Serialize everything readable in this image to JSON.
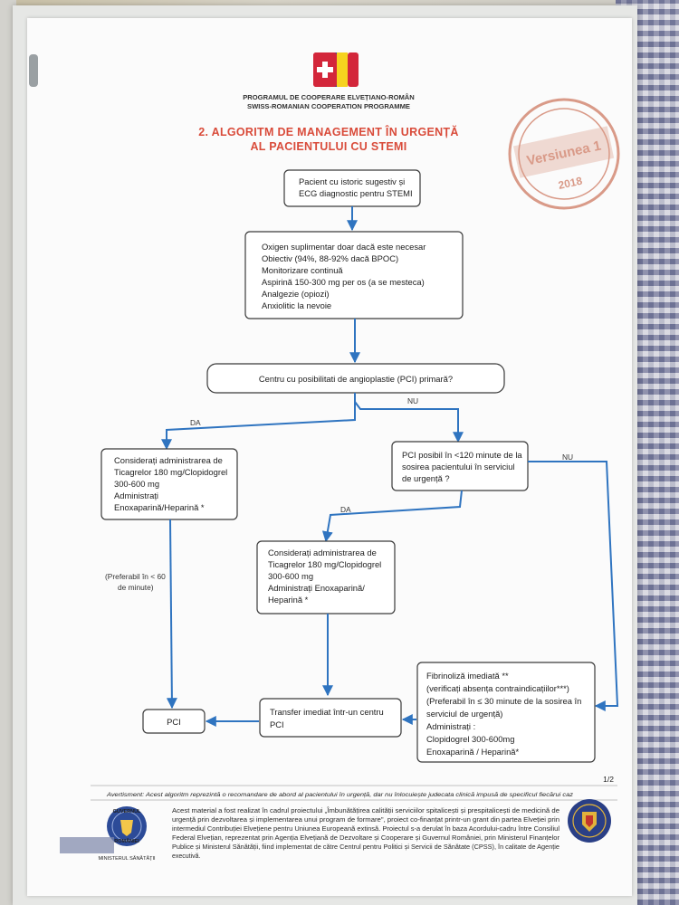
{
  "program": {
    "line1": "PROGRAMUL DE COOPERARE ELVEȚIANO-ROMÂN",
    "line2": "SWISS-ROMANIAN COOPERATION PROGRAMME"
  },
  "title": {
    "line1": "2. ALGORITM DE MANAGEMENT ÎN URGENȚĂ",
    "line2": "AL PACIENTULUI CU STEMI"
  },
  "stamp": {
    "top": "Versiunea 1",
    "year": "2018"
  },
  "nodes": {
    "start": [
      "Pacient cu istoric sugestiv și",
      "ECG diagnostic pentru STEMI"
    ],
    "initial_care": [
      "Oxigen suplimentar doar dacă este necesar",
      "Obiectiv (94%, 88-92% dacă BPOC)",
      "Monitorizare continuă",
      "Aspirină 150-300 mg per os (a se mesteca)",
      "Analgezie (opiozi)",
      "Anxiolitic la nevoie"
    ],
    "pci_center": "Centru cu posibilitati de angioplastie (PCI) primară?",
    "left_treatment": [
      "Considerați administrarea de",
      "Ticagrelor 180 mg/Clopidogrel",
      "300-600 mg",
      "Administrați",
      "Enoxaparină/Heparină *"
    ],
    "pci_120": [
      "PCI posibil  în <120 minute de la",
      "sosirea pacientului în serviciul",
      "de urgență ?"
    ],
    "middle_treatment": [
      "Considerați administrarea de",
      "Ticagrelor 180 mg/Clopidogrel",
      "300-600 mg",
      "Administrați Enoxaparină/",
      "Heparină *"
    ],
    "fibrinolysis": [
      "Fibrinoliză imediată **",
      "(verificați absența contraindicațiilor***)",
      "(Preferabil în ≤ 30 minute de la sosirea în",
      "serviciul de urgență)",
      "Administrați :",
      "Clopidogrel 300-600mg",
      "Enoxaparină / Heparină*"
    ],
    "transfer": [
      "Transfer imediat într-un centru",
      "PCI"
    ],
    "pci": "PCI"
  },
  "edge_labels": {
    "da_left": "DA",
    "nu_top": "NU",
    "da_middle": "DA",
    "nu_right": "NU",
    "preferabil": [
      "(Preferabil în < 60",
      "de minute)"
    ]
  },
  "warning": "Avertisment: Acest algoritm reprezintă o recomandare de abord al pacientului în urgență, dar nu înlocuiește judecata clinică impusă de specificul fiecărui caz",
  "page_number": "1/2",
  "footer": [
    "Acest material a fost realizat în cadrul proiectului „Îmbunătățirea calității serviciilor spitalicești și prespitalicești de medicină de",
    "urgență prin dezvoltarea și implementarea unui program de formare\", proiect co-finanțat printr-un grant din partea Elveției prin",
    "intermediul Contribuției Elvețiene pentru Uniunea Europeană extinsă. Proiectul s-a derulat în baza Acordului-cadru între Consiliul",
    "Federal Elvețian, reprezentat prin Agenția Elvețiană de Dezvoltare și Cooperare și Guvernul României, prin Ministerul Finanțelor",
    "Publice și Ministerul Sănătății, fiind implementat de către Centrul pentru Politici și Servicii de Sănătate (CPSS), în calitate de Agenție",
    "executivă."
  ],
  "gov_logo": {
    "top": "GUVERNUL",
    "mid": "ROMÂNIEI",
    "bottom": "MINISTERUL SĂNĂTĂȚII"
  },
  "colors": {
    "title": "#d94b3a",
    "arrow": "#2f74c0",
    "stamp": "#d99a88"
  }
}
